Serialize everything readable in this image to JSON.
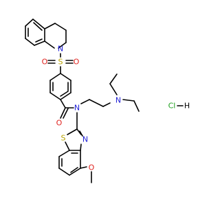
{
  "molecule": {
    "atom_labels": {
      "n_quinoline": "N",
      "s_sulfonyl": "S",
      "o_sulfonyl_left": "O",
      "o_sulfonyl_right": "O",
      "o_carbonyl": "O",
      "n_amide": "N",
      "n_diethylamine": "N",
      "s_thiazole": "S",
      "n_thiazole": "N",
      "o_methoxy": "O"
    },
    "salt": "Cl",
    "salt_h": "H"
  },
  "colors": {
    "bond": "#000000",
    "nitrogen": "#1F1FD6",
    "oxygen": "#E0231F",
    "sulfur": "#B8A300",
    "chlorine": "#1FA01F"
  }
}
